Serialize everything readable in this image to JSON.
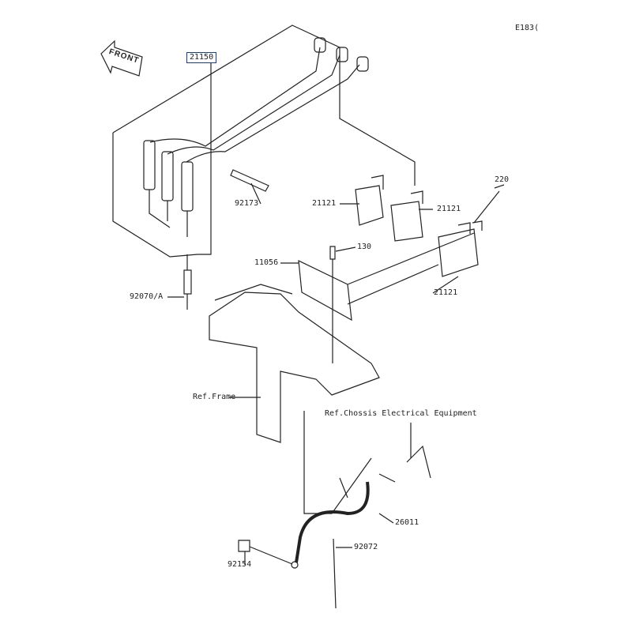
{
  "diagram_id": "E183(",
  "front_label": "FRONT",
  "parts": {
    "ignition_wire_assy": "21150",
    "clamp": "92173",
    "coil_a": "21121",
    "coil_b": "21121",
    "coil_c": "21121",
    "screw_220": "220",
    "bolt_130": "130",
    "bracket": "11056",
    "spark_plug": "92070/A",
    "ground_lead": "26011",
    "band": "92072",
    "bolt_92154": "92154"
  },
  "references": {
    "frame": "Ref.Frame",
    "electrical": "Ref.Chossis Electrical Equipment"
  }
}
